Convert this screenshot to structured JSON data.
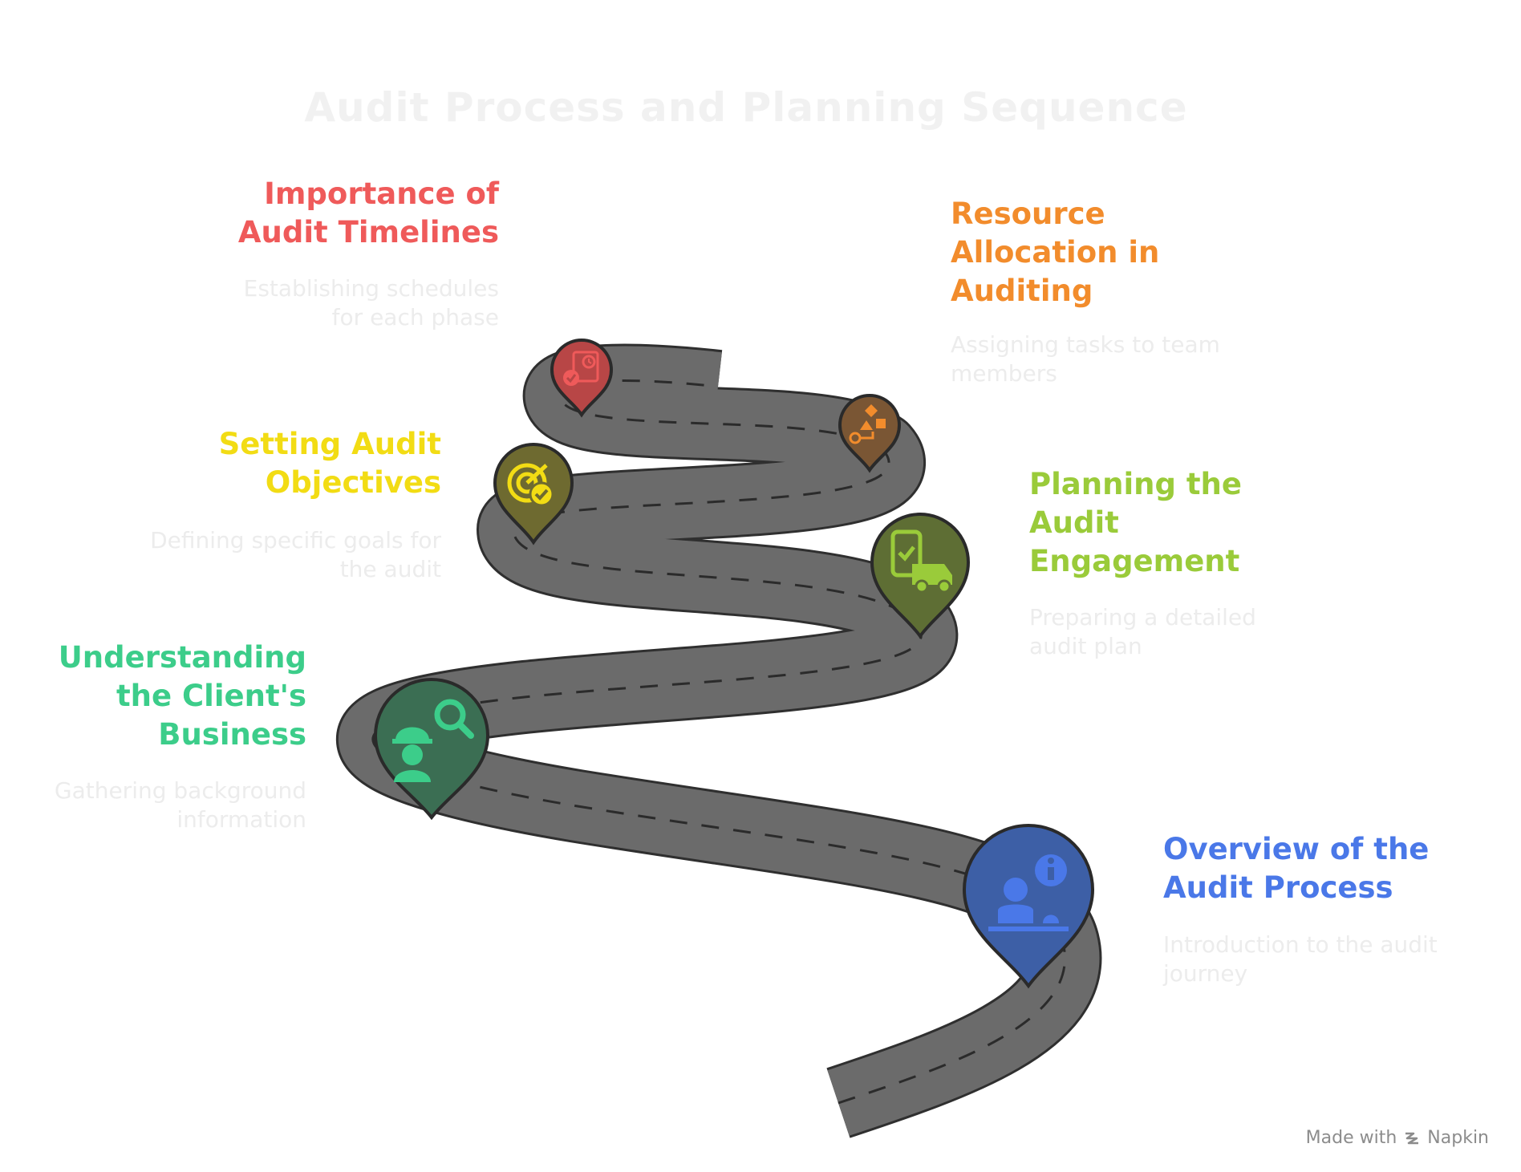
{
  "title": "Audit Process and Planning Sequence",
  "steps": [
    {
      "title": "Overview of the Audit Process",
      "description": "Introduction to the audit journey",
      "color": "#4a78e8",
      "pin_color": "#3d5fa6",
      "icon": "presenter-info-icon"
    },
    {
      "title": "Understanding the Client's Business",
      "description": "Gathering background information",
      "color": "#3ccd8a",
      "pin_color": "#3b6e53",
      "icon": "worker-search-icon"
    },
    {
      "title": "Planning the Audit Engagement",
      "description": "Preparing a detailed audit plan",
      "color": "#9acb3a",
      "pin_color": "#5e6e34",
      "icon": "phone-truck-icon"
    },
    {
      "title": "Setting Audit Objectives",
      "description": "Defining specific goals for the audit",
      "color": "#f2dc14",
      "pin_color": "#6e6a30",
      "icon": "target-check-icon"
    },
    {
      "title": "Resource Allocation in Auditing",
      "description": "Assigning tasks to team members",
      "color": "#f28c2c",
      "pin_color": "#7a5634",
      "icon": "shapes-icon"
    },
    {
      "title": "Importance of Audit Timelines",
      "description": "Establishing schedules for each phase",
      "color": "#ef5a5a",
      "pin_color": "#b84646",
      "icon": "document-clock-icon"
    }
  ],
  "footer": {
    "made_with": "Made with",
    "brand": "Napkin"
  }
}
